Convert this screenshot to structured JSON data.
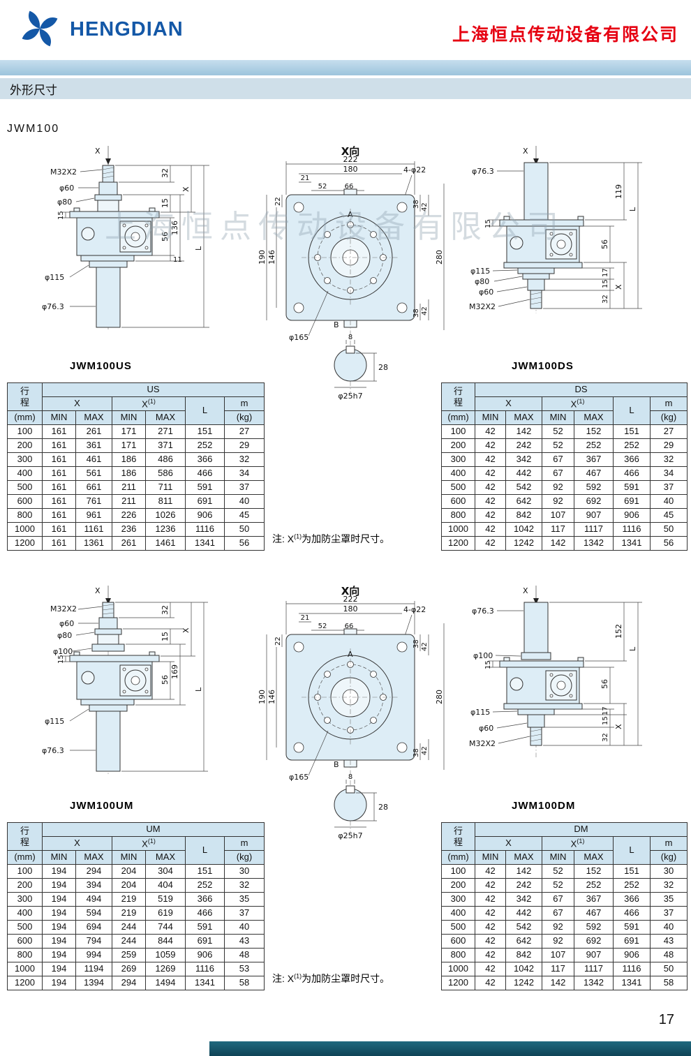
{
  "header": {
    "brand": "HENGDIAN",
    "company": "上海恒点传动设备有限公司"
  },
  "section_title": "外形尺寸",
  "model": "JWM100",
  "watermark": "上海恒点传动设备有限公司",
  "page_number": "17",
  "note": {
    "prefix": "注: X",
    "sup": "(1)",
    "suffix": "为加防尘罩时尺寸。"
  },
  "table_labels": {
    "stroke": "行程",
    "stroke_unit": "(mm)",
    "x": "X",
    "x1_base": "X",
    "x1_sup": "(1)",
    "l": "L",
    "m": "m",
    "kg": "(kg)",
    "min": "MIN",
    "max": "MAX"
  },
  "tables": {
    "us": {
      "group": "US",
      "rows": [
        [
          "100",
          "161",
          "261",
          "171",
          "271",
          "151",
          "27"
        ],
        [
          "200",
          "161",
          "361",
          "171",
          "371",
          "252",
          "29"
        ],
        [
          "300",
          "161",
          "461",
          "186",
          "486",
          "366",
          "32"
        ],
        [
          "400",
          "161",
          "561",
          "186",
          "586",
          "466",
          "34"
        ],
        [
          "500",
          "161",
          "661",
          "211",
          "711",
          "591",
          "37"
        ],
        [
          "600",
          "161",
          "761",
          "211",
          "811",
          "691",
          "40"
        ],
        [
          "800",
          "161",
          "961",
          "226",
          "1026",
          "906",
          "45"
        ],
        [
          "1000",
          "161",
          "1161",
          "236",
          "1236",
          "1116",
          "50"
        ],
        [
          "1200",
          "161",
          "1361",
          "261",
          "1461",
          "1341",
          "56"
        ]
      ]
    },
    "ds": {
      "group": "DS",
      "rows": [
        [
          "100",
          "42",
          "142",
          "52",
          "152",
          "151",
          "27"
        ],
        [
          "200",
          "42",
          "242",
          "52",
          "252",
          "252",
          "29"
        ],
        [
          "300",
          "42",
          "342",
          "67",
          "367",
          "366",
          "32"
        ],
        [
          "400",
          "42",
          "442",
          "67",
          "467",
          "466",
          "34"
        ],
        [
          "500",
          "42",
          "542",
          "92",
          "592",
          "591",
          "37"
        ],
        [
          "600",
          "42",
          "642",
          "92",
          "692",
          "691",
          "40"
        ],
        [
          "800",
          "42",
          "842",
          "107",
          "907",
          "906",
          "45"
        ],
        [
          "1000",
          "42",
          "1042",
          "117",
          "1117",
          "1116",
          "50"
        ],
        [
          "1200",
          "42",
          "1242",
          "142",
          "1342",
          "1341",
          "56"
        ]
      ]
    },
    "um": {
      "group": "UM",
      "rows": [
        [
          "100",
          "194",
          "294",
          "204",
          "304",
          "151",
          "30"
        ],
        [
          "200",
          "194",
          "394",
          "204",
          "404",
          "252",
          "32"
        ],
        [
          "300",
          "194",
          "494",
          "219",
          "519",
          "366",
          "35"
        ],
        [
          "400",
          "194",
          "594",
          "219",
          "619",
          "466",
          "37"
        ],
        [
          "500",
          "194",
          "694",
          "244",
          "744",
          "591",
          "40"
        ],
        [
          "600",
          "194",
          "794",
          "244",
          "844",
          "691",
          "43"
        ],
        [
          "800",
          "194",
          "994",
          "259",
          "1059",
          "906",
          "48"
        ],
        [
          "1000",
          "194",
          "1194",
          "269",
          "1269",
          "1116",
          "53"
        ],
        [
          "1200",
          "194",
          "1394",
          "294",
          "1494",
          "1341",
          "58"
        ]
      ]
    },
    "dm": {
      "group": "DM",
      "rows": [
        [
          "100",
          "42",
          "142",
          "52",
          "152",
          "151",
          "30"
        ],
        [
          "200",
          "42",
          "242",
          "52",
          "252",
          "252",
          "32"
        ],
        [
          "300",
          "42",
          "342",
          "67",
          "367",
          "366",
          "35"
        ],
        [
          "400",
          "42",
          "442",
          "67",
          "467",
          "466",
          "37"
        ],
        [
          "500",
          "42",
          "542",
          "92",
          "592",
          "591",
          "40"
        ],
        [
          "600",
          "42",
          "642",
          "92",
          "692",
          "691",
          "43"
        ],
        [
          "800",
          "42",
          "842",
          "107",
          "907",
          "906",
          "48"
        ],
        [
          "1000",
          "42",
          "1042",
          "117",
          "1117",
          "1116",
          "50"
        ],
        [
          "1200",
          "42",
          "1242",
          "142",
          "1342",
          "1341",
          "58"
        ]
      ]
    }
  },
  "drawings": {
    "us": {
      "caption": "JWM100US",
      "labels": {
        "axis": "X",
        "thread": "M32X2",
        "d60": "φ60",
        "d80": "φ80",
        "dim32": "32",
        "dim15r": "15",
        "dimX": "X",
        "dim136": "136",
        "dim56": "56",
        "dim15l": "15",
        "dim11": "11",
        "d115": "φ115",
        "d763": "φ76.3",
        "dimL": "L"
      }
    },
    "ds": {
      "caption": "JWM100DS",
      "labels": {
        "axis": "X",
        "d763": "φ76.3",
        "dimL": "L",
        "dim119": "119",
        "dim56": "56",
        "dim15l": "15",
        "d115": "φ115",
        "d80": "φ80",
        "dim17": "17",
        "dimX": "X",
        "dim15r": "15",
        "d60": "φ60",
        "thread": "M32X2",
        "dim32": "32"
      }
    },
    "um": {
      "caption": "JWM100UM",
      "labels": {
        "axis": "X",
        "thread": "M32X2",
        "d60": "φ60",
        "dim32": "32",
        "d80": "φ80",
        "dim15r": "15",
        "d100": "φ100",
        "dim169": "169",
        "dimX": "X",
        "dim56": "56",
        "dim15l": "15",
        "d115": "φ115",
        "d763": "φ76.3",
        "dimL": "L"
      }
    },
    "dm": {
      "caption": "JWM100DM",
      "labels": {
        "axis": "X",
        "d763": "φ76.3",
        "dimL": "L",
        "d100": "φ100",
        "dim152": "152",
        "dim56": "56",
        "dim15l": "15",
        "d115": "φ115",
        "dim17": "17",
        "dimX": "X",
        "dim15r": "15",
        "d60": "φ60",
        "thread": "M32X2",
        "dim32": "32"
      }
    },
    "xview": {
      "title": "X向",
      "labels": {
        "dim222": "222",
        "dim180": "180",
        "dim21": "21",
        "dim52": "52",
        "dim66": "66",
        "holes": "4-φ22",
        "a": "A",
        "b": "B",
        "dim22": "22",
        "dim38t": "38",
        "dim42t": "42",
        "dim38b": "38",
        "dim42b": "42",
        "dim190": "190",
        "dim146": "146",
        "dim280": "280",
        "d165": "φ165",
        "dim8": "8",
        "dim28": "28",
        "d25": "φ25h7"
      }
    }
  }
}
